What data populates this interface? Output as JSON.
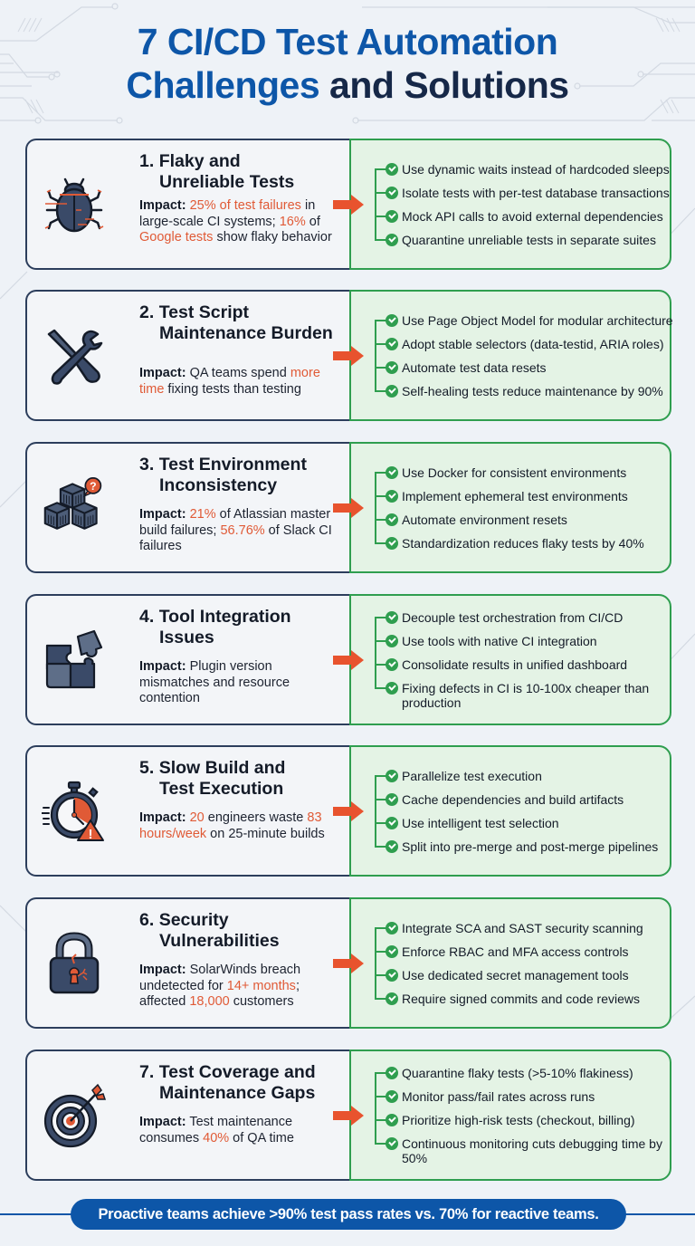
{
  "title": {
    "line1": "7 CI/CD Test Automation",
    "line2_blue": "Challenges",
    "line2_dark": " and Solutions"
  },
  "colors": {
    "brand_blue": "#0d56a8",
    "dark_navy": "#162848",
    "highlight_red": "#e05a36",
    "solution_green": "#2f9e4f",
    "solution_bg": "#e4f3e5",
    "page_bg": "#eef2f7"
  },
  "challenges": [
    {
      "number": "1.",
      "title_line1": "Flaky and",
      "title_line2": "Unreliable Tests",
      "icon": "bug-icon",
      "impact_label": "Impact:",
      "impact_parts": [
        {
          "text": "25% of test failures",
          "hl": true
        },
        {
          "text": " in large-scale CI systems; ",
          "hl": false
        },
        {
          "text": "16%",
          "hl": true
        },
        {
          "text": " of ",
          "hl": false
        },
        {
          "text": "Google tests",
          "hl": true
        },
        {
          "text": " show flaky behavior",
          "hl": false
        }
      ],
      "solutions": [
        "Use dynamic waits instead of hardcoded sleeps",
        "Isolate tests with per-test database transactions",
        "Mock API calls to avoid external dependencies",
        "Quarantine unreliable tests in separate suites"
      ]
    },
    {
      "number": "2.",
      "title_line1": "Test Script",
      "title_line2": "Maintenance Burden",
      "icon": "wrench-screwdriver-icon",
      "impact_label": "Impact:",
      "impact_parts": [
        {
          "text": " QA teams spend ",
          "hl": false
        },
        {
          "text": "more time",
          "hl": true
        },
        {
          "text": " fixing tests than testing",
          "hl": false
        }
      ],
      "solutions": [
        "Use Page Object Model for modular architecture",
        "Adopt stable selectors (data-testid, ARIA roles)",
        "Automate test data resets",
        "Self-healing tests reduce maintenance by 90%"
      ]
    },
    {
      "number": "3.",
      "title_line1": "Test Environment",
      "title_line2": "Inconsistency",
      "icon": "containers-question-icon",
      "impact_label": "Impact:",
      "impact_parts": [
        {
          "text": " ",
          "hl": false
        },
        {
          "text": "21%",
          "hl": true
        },
        {
          "text": " of Atlassian master build failures; ",
          "hl": false
        },
        {
          "text": "56.76%",
          "hl": true
        },
        {
          "text": " of Slack CI failures",
          "hl": false
        }
      ],
      "solutions": [
        "Use Docker for consistent environments",
        "Implement ephemeral test environments",
        "Automate environment resets",
        "Standardization reduces flaky tests by 40%"
      ]
    },
    {
      "number": "4.",
      "title_line1": "Tool Integration",
      "title_line2": "Issues",
      "icon": "puzzle-icon",
      "impact_label": "Impact:",
      "impact_parts": [
        {
          "text": " Plugin version mismatches and resource contention",
          "hl": false
        }
      ],
      "solutions": [
        "Decouple test orchestration from CI/CD",
        "Use tools with native CI integration",
        "Consolidate results in unified dashboard",
        "Fixing defects in CI is 10-100x cheaper than production"
      ]
    },
    {
      "number": "5.",
      "title_line1": "Slow Build and",
      "title_line2": "Test Execution",
      "icon": "stopwatch-warning-icon",
      "impact_label": "Impact:",
      "impact_parts": [
        {
          "text": " ",
          "hl": false
        },
        {
          "text": "20",
          "hl": true
        },
        {
          "text": " engineers waste ",
          "hl": false
        },
        {
          "text": "83 hours/week",
          "hl": true
        },
        {
          "text": " on 25-minute builds",
          "hl": false
        }
      ],
      "solutions": [
        "Parallelize test execution",
        "Cache dependencies and build artifacts",
        "Use intelligent test selection",
        "Split into pre-merge and post-merge pipelines"
      ]
    },
    {
      "number": "6.",
      "title_line1": "Security",
      "title_line2": "Vulnerabilities",
      "icon": "broken-padlock-icon",
      "impact_label": "Impact:",
      "impact_parts": [
        {
          "text": " SolarWinds breach undetected for ",
          "hl": false
        },
        {
          "text": "14+ months",
          "hl": true
        },
        {
          "text": "; affected ",
          "hl": false
        },
        {
          "text": "18,000",
          "hl": true
        },
        {
          "text": " customers",
          "hl": false
        }
      ],
      "solutions": [
        "Integrate SCA and SAST security scanning",
        "Enforce RBAC and MFA access controls",
        "Use dedicated secret management tools",
        "Require signed commits and code reviews"
      ]
    },
    {
      "number": "7.",
      "title_line1": "Test Coverage and",
      "title_line2": "Maintenance Gaps",
      "icon": "target-arrow-icon",
      "impact_label": "Impact:",
      "impact_parts": [
        {
          "text": " Test maintenance consumes ",
          "hl": false
        },
        {
          "text": "40%",
          "hl": true
        },
        {
          "text": " of QA time",
          "hl": false
        }
      ],
      "solutions": [
        "Quarantine flaky tests (>5-10% flakiness)",
        "Monitor pass/fail rates across runs",
        "Prioritize high-risk tests (checkout, billing)",
        "Continuous monitoring cuts debugging time by 50%"
      ]
    }
  ],
  "footer": {
    "text": "Proactive teams achieve >90% test pass rates vs. 70% for reactive teams."
  }
}
